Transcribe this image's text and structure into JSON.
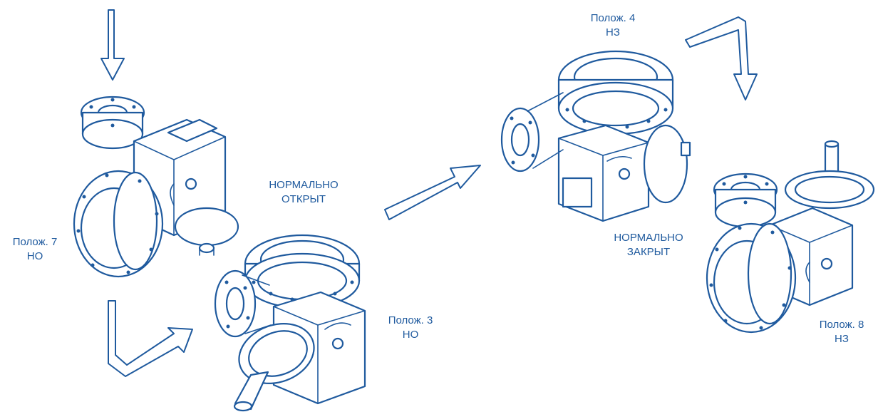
{
  "labels": {
    "pos7": {
      "line1": "Полож. 7",
      "line2": "НО"
    },
    "normally_open": {
      "line1": "НОРМАЛЬНО",
      "line2": "ОТКРЫТ"
    },
    "pos3": {
      "line1": "Полож. 3",
      "line2": "НО"
    },
    "pos4": {
      "line1": "Полож. 4",
      "line2": "НЗ"
    },
    "normally_closed": {
      "line1": "НОРМАЛЬНО",
      "line2": "ЗАКРЫТ"
    },
    "pos8": {
      "line1": "Полож. 8",
      "line2": "НЗ"
    }
  },
  "colors": {
    "line": "#1f5a9e",
    "fill": "#ffffff"
  },
  "icons": [
    "down-arrow-icon",
    "bent-arrow-icon",
    "diagonal-arrow-icon",
    "valve-icon"
  ]
}
